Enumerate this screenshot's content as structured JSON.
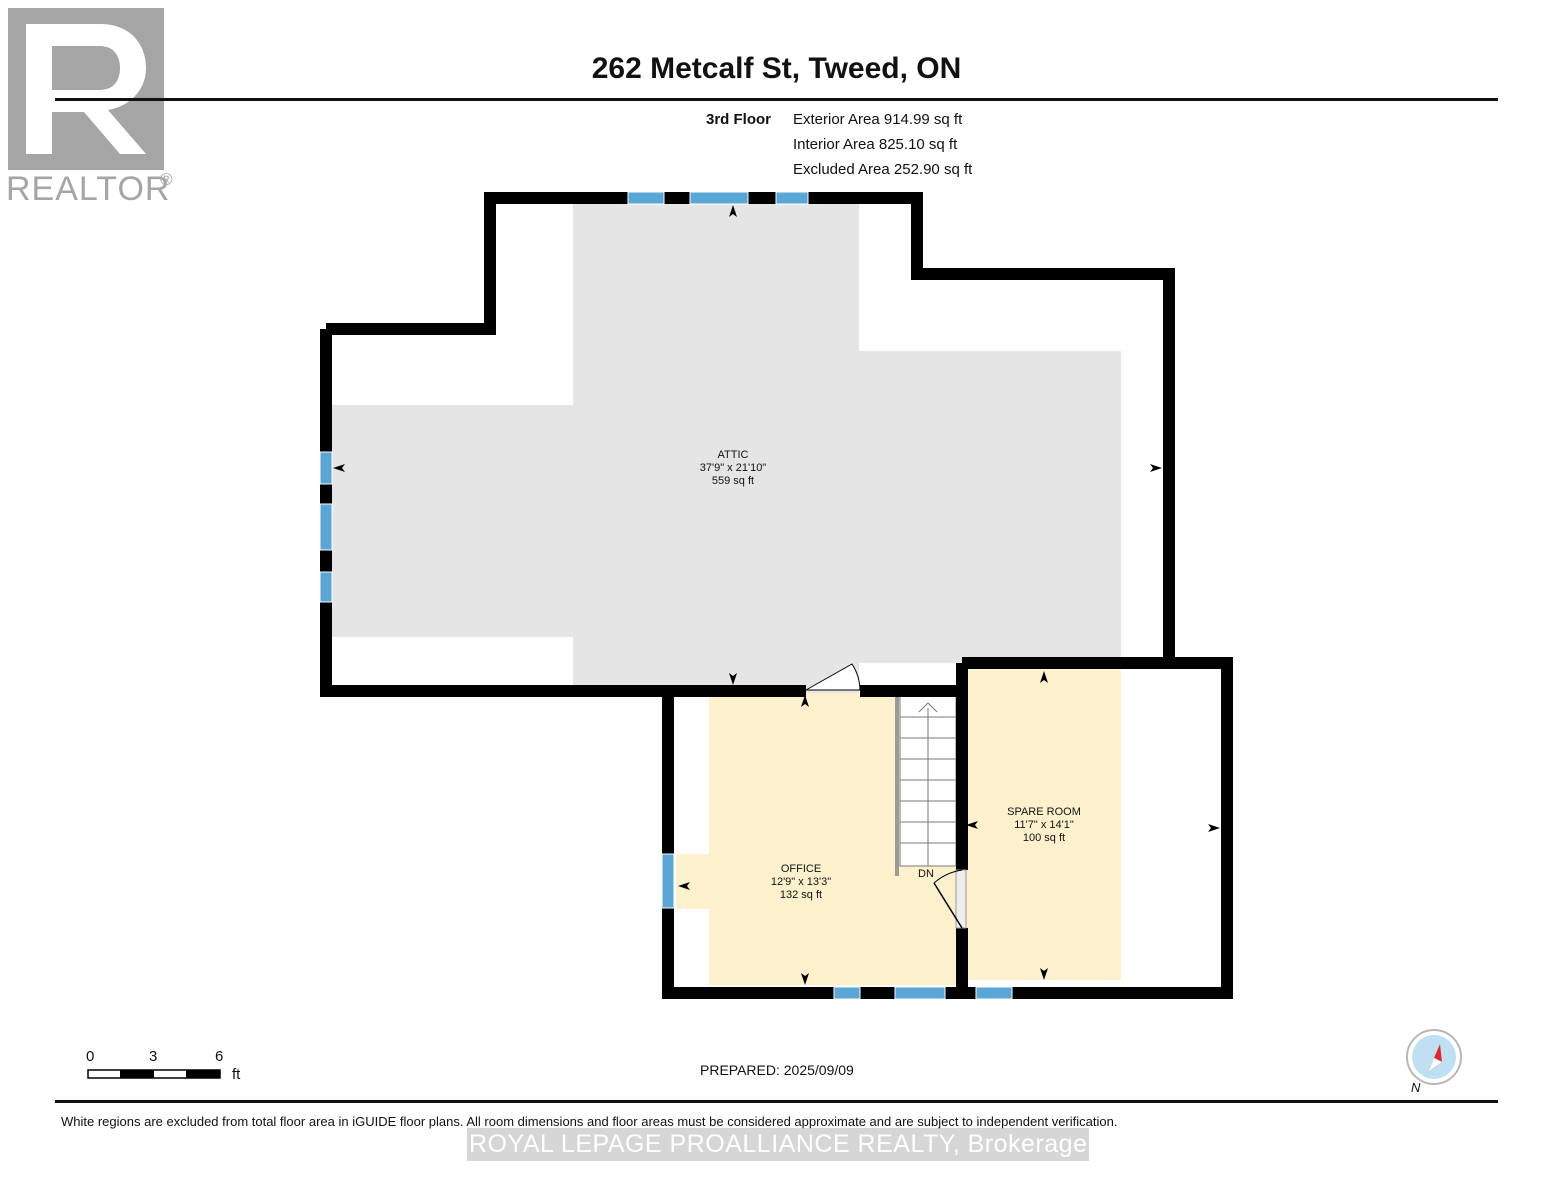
{
  "header": {
    "title": "262 Metcalf St, Tweed, ON",
    "logo_text": "REALTOR",
    "logo_mark": "®"
  },
  "summary": {
    "floor": "3rd Floor",
    "exterior_area": "Exterior Area 914.99 sq ft",
    "interior_area": "Interior Area 825.10 sq ft",
    "excluded_area": "Excluded Area 252.90 sq ft"
  },
  "rooms": {
    "attic": {
      "name": "ATTIC",
      "dims": "37'9\" x 21'10\"",
      "area": "559 sq ft"
    },
    "office": {
      "name": "OFFICE",
      "dims": "12'9\" x 13'3\"",
      "area": "132 sq ft"
    },
    "spare_room": {
      "name": "SPARE ROOM",
      "dims": "11'7\" x 14'1\"",
      "area": "100 sq ft"
    }
  },
  "stairs_label": "DN",
  "scale": {
    "ticks": [
      "0",
      "3",
      "6"
    ],
    "unit": "ft"
  },
  "prepared": "PREPARED: 2025/09/09",
  "compass_label": "N",
  "footer": {
    "disclaimer": "White regions are excluded from total floor area in iGUIDE floor plans. All room dimensions and floor areas must be considered approximate and are subject to independent verification.",
    "watermark": "ROYAL LEPAGE PROALLIANCE REALTY, Brokerage"
  },
  "colors": {
    "wall": "#000000",
    "attic_fill": "#e5e5e5",
    "room_fill": "#fdf1cd",
    "window": "#5aa6d6",
    "logo": "#a5a5a5",
    "compass_arrow": "#e3262b"
  }
}
